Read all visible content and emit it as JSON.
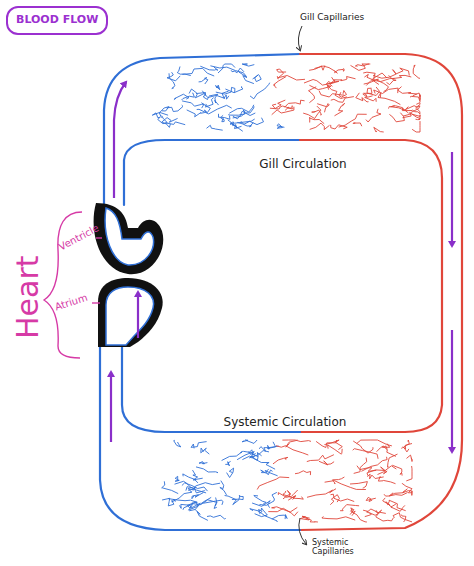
{
  "diagram": {
    "title": "BLOOD FLOW",
    "labels": [
      "Gill Capillaries",
      "Gill Circulation",
      "Heart",
      "Ventricle",
      "Atrium",
      "Systemic Circulation",
      "Systemic Capillaries"
    ]
  }
}
